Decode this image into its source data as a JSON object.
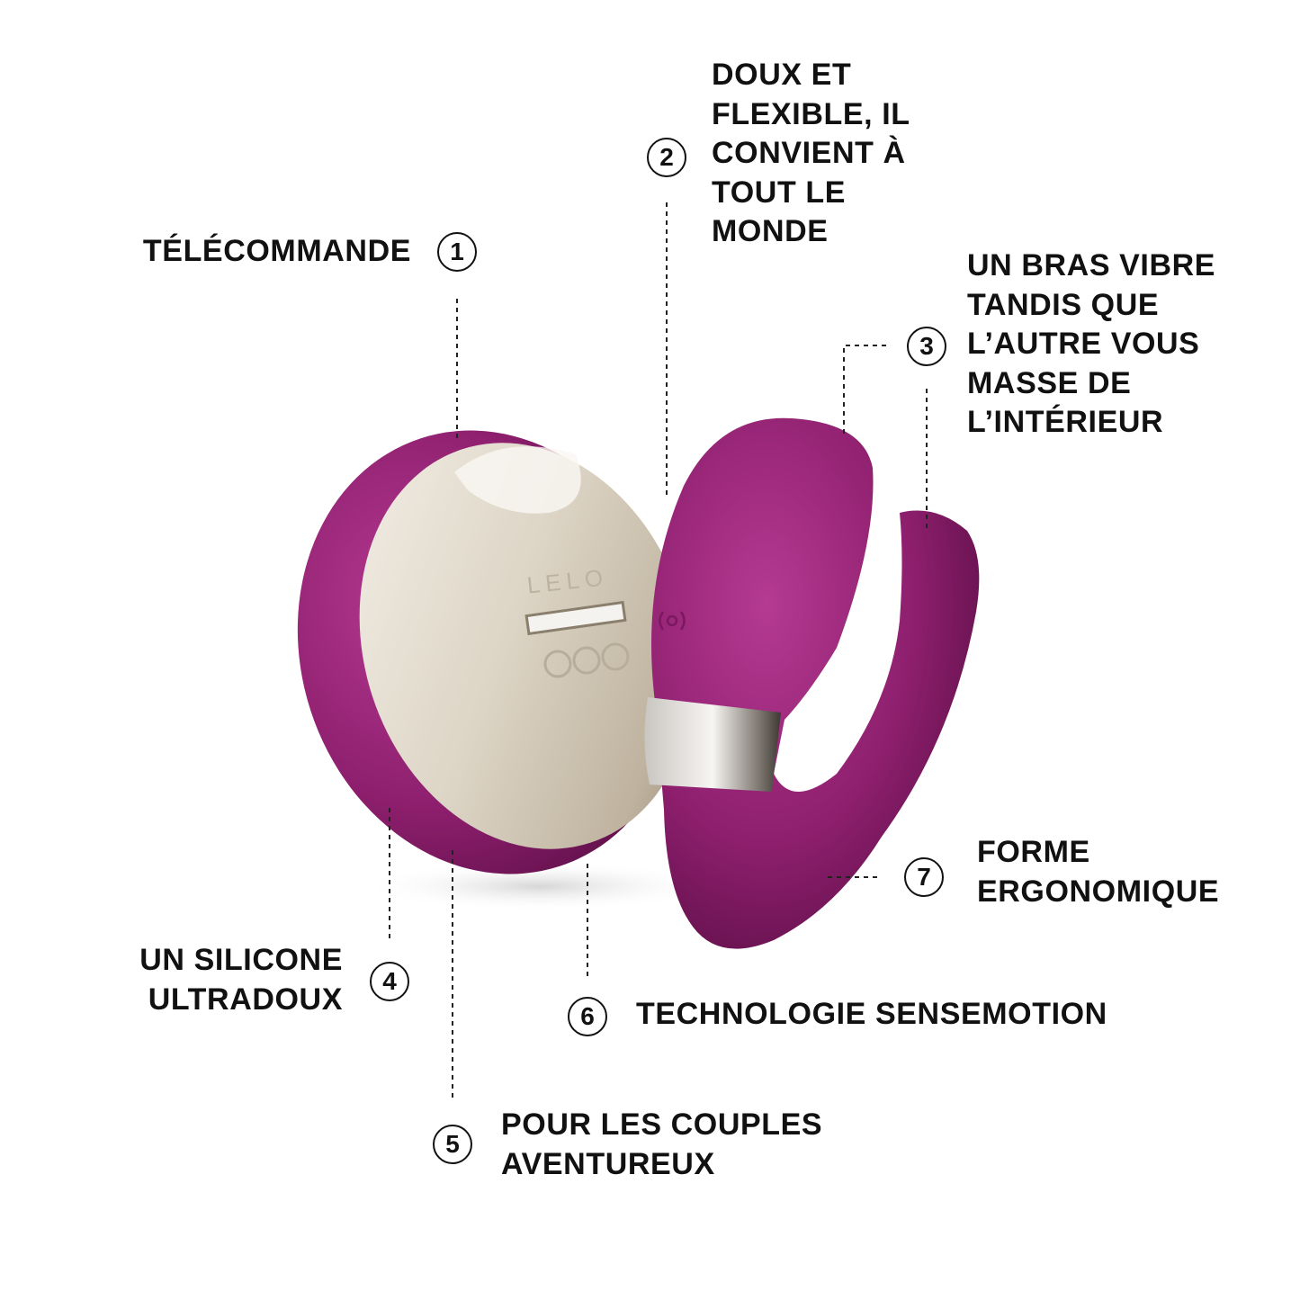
{
  "brand": "LELO",
  "colors": {
    "product": "#8e1f6e",
    "metal": "#d8d0c2",
    "text": "#111111"
  },
  "callouts": [
    {
      "number": "1",
      "lines": [
        "TÉLÉCOMMANDE"
      ]
    },
    {
      "number": "2",
      "lines": [
        "DOUX ET",
        "FLEXIBLE, IL",
        "CONVIENT À",
        "TOUT LE",
        "MONDE"
      ]
    },
    {
      "number": "3",
      "lines": [
        "UN BRAS VIBRE",
        "TANDIS QUE",
        "L’AUTRE VOUS",
        "MASSE DE",
        "L’INTÉRIEUR"
      ]
    },
    {
      "number": "4",
      "lines": [
        "UN SILICONE",
        "ULTRADOUX"
      ]
    },
    {
      "number": "5",
      "lines": [
        "POUR LES COUPLES",
        "AVENTUREUX"
      ]
    },
    {
      "number": "6",
      "lines": [
        "TECHNOLOGIE SENSEMOTION"
      ]
    },
    {
      "number": "7",
      "lines": [
        "FORME",
        "ERGONOMIQUE"
      ]
    }
  ]
}
